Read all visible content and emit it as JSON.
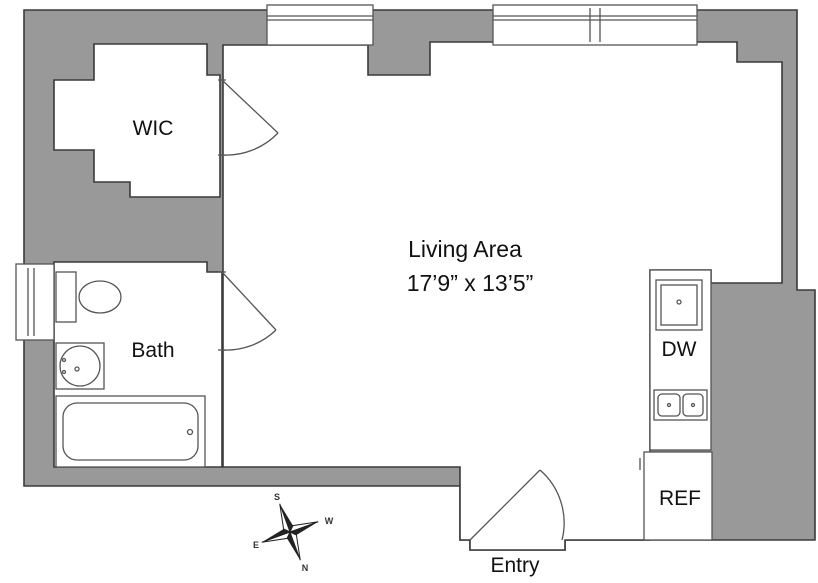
{
  "rooms": {
    "wic": "WIC",
    "living_area": "Living Area",
    "living_dimensions": "17’9” x 13’5”",
    "bath": "Bath",
    "dishwasher": "DW",
    "refrigerator": "REF",
    "entry": "Entry"
  },
  "compass": {
    "north": "N",
    "south": "S",
    "east": "E",
    "west": "W"
  },
  "colors": {
    "wall_fill": "#999999",
    "outline": "#3a3a3a",
    "floor": "#ffffff"
  }
}
